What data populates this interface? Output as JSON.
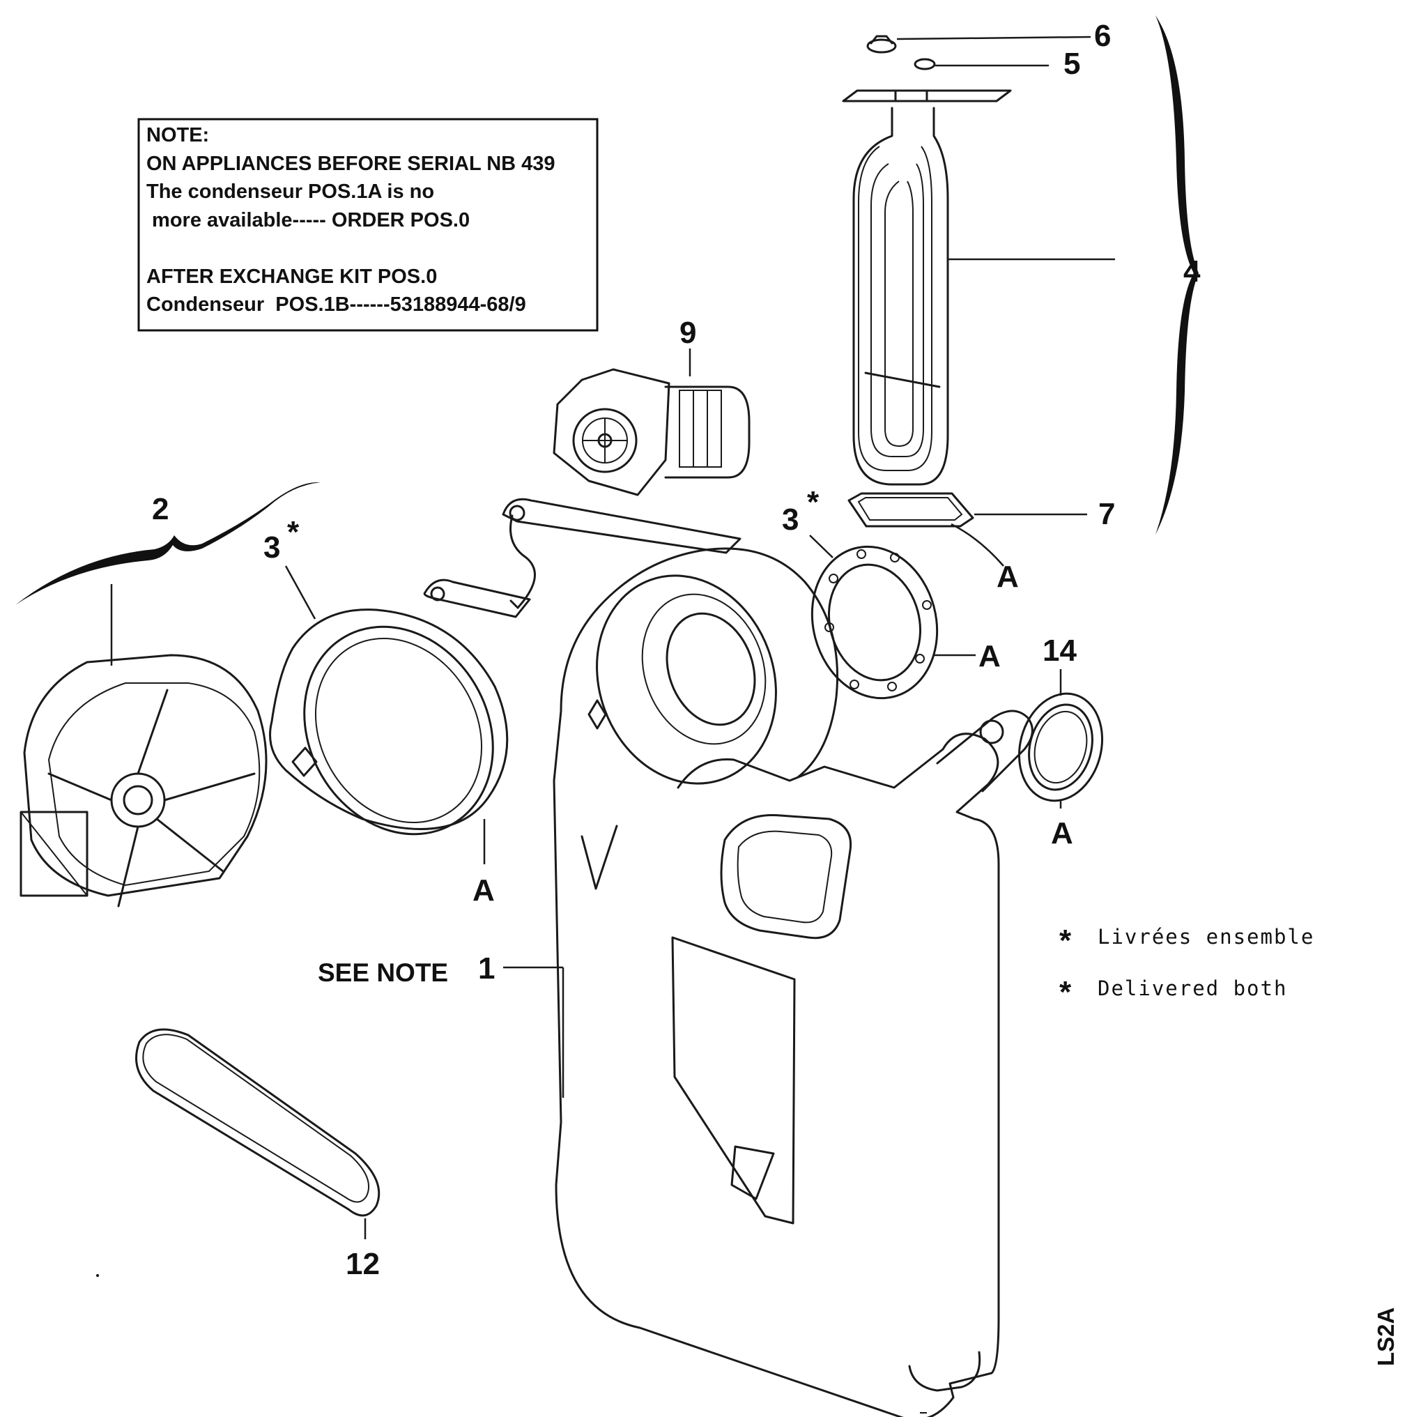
{
  "note": {
    "lines": [
      "NOTE:",
      "ON APPLIANCES BEFORE SERIAL NB 439",
      "The condenseur POS.1A is no",
      " more available----- ORDER POS.0",
      "",
      "AFTER EXCHANGE KIT POS.0",
      "Condenseur  POS.1B------53188944-68/9"
    ]
  },
  "callouts": {
    "p6": "6",
    "p5": "5",
    "p4": "4",
    "p9": "9",
    "p2": "2",
    "p3_left": "3",
    "p3_right": "3",
    "p7": "7",
    "p14": "14",
    "p1": "1",
    "p12": "12",
    "a_left": "A",
    "a_gasket7": "A",
    "a_ring": "A",
    "a_seal14": "A",
    "see_note": "SEE NOTE",
    "asterisk": "*"
  },
  "legend": {
    "fr": "Livrées ensemble",
    "en": "Delivered both"
  },
  "drawing_code": "LS2A"
}
